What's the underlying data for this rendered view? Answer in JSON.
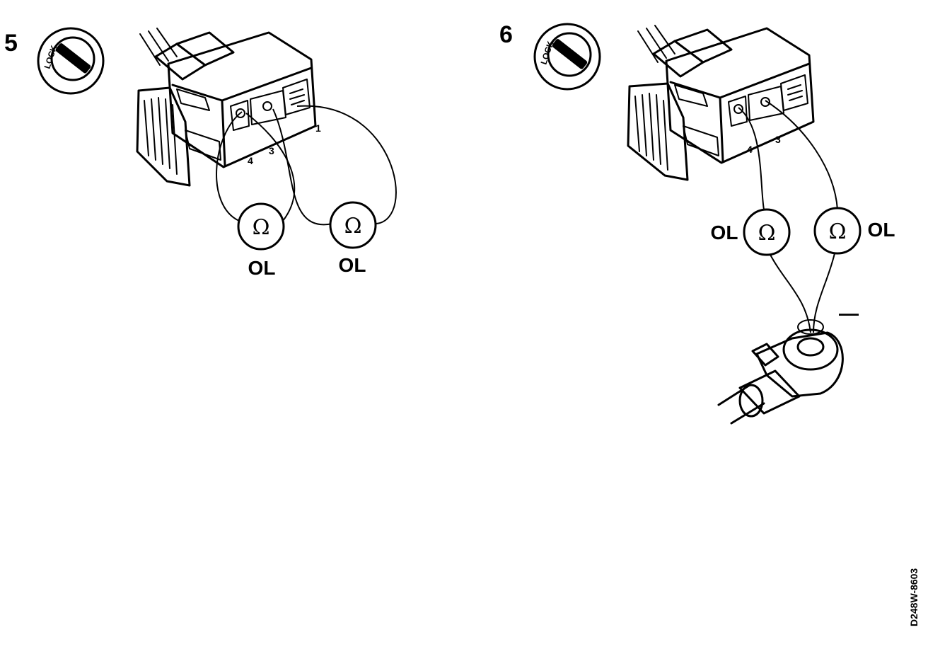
{
  "panels": [
    {
      "step": "5",
      "lock_label": "LOCK",
      "pins": [
        "4",
        "3",
        "1"
      ],
      "meters": [
        {
          "symbol": "Ω",
          "reading": "OL"
        },
        {
          "symbol": "Ω",
          "reading": "OL"
        }
      ]
    },
    {
      "step": "6",
      "lock_label": "LOCK",
      "pins": [
        "4",
        "3"
      ],
      "meters": [
        {
          "symbol": "Ω",
          "reading": "OL"
        },
        {
          "symbol": "Ω",
          "reading": "OL"
        }
      ],
      "ground_sign": "—"
    }
  ],
  "reference_code": "D248W-8603"
}
